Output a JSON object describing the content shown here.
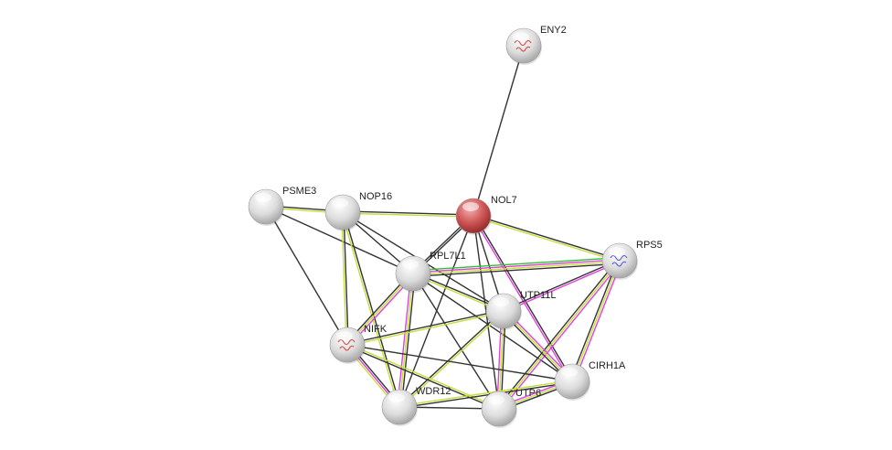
{
  "network": {
    "query_node": "NOL7",
    "colors": {
      "coexpression": "#333333",
      "textmining": "#c6de3a",
      "experiments": "#e040e0",
      "database": "#2fc02f",
      "query_node": "#d04848",
      "node": "#e8e8e8"
    },
    "nodes": [
      {
        "id": "ENY2",
        "label": "ENY2",
        "structure": "red"
      },
      {
        "id": "NOL7",
        "label": "NOL7",
        "query": true
      },
      {
        "id": "PSME3",
        "label": "PSME3"
      },
      {
        "id": "NOP16",
        "label": "NOP16"
      },
      {
        "id": "RPL7L1",
        "label": "RPL7L1"
      },
      {
        "id": "RPS5",
        "label": "RPS5",
        "structure": "blue"
      },
      {
        "id": "UTP11L",
        "label": "UTP11L"
      },
      {
        "id": "NIFK",
        "label": "NIFK",
        "structure": "red"
      },
      {
        "id": "CIRH1A",
        "label": "CIRH1A"
      },
      {
        "id": "WDR12",
        "label": "WDR12"
      },
      {
        "id": "UTP6",
        "label": "UTP6"
      }
    ],
    "edges": [
      {
        "a": "ENY2",
        "b": "NOL7",
        "ch": [
          "coexpression"
        ]
      },
      {
        "a": "PSME3",
        "b": "NOP16",
        "ch": [
          "coexpression",
          "textmining"
        ]
      },
      {
        "a": "NOP16",
        "b": "NOL7",
        "ch": [
          "coexpression",
          "textmining"
        ]
      },
      {
        "a": "PSME3",
        "b": "RPL7L1",
        "ch": [
          "coexpression"
        ]
      },
      {
        "a": "PSME3",
        "b": "NIFK",
        "ch": [
          "coexpression"
        ]
      },
      {
        "a": "NOP16",
        "b": "NIFK",
        "ch": [
          "coexpression",
          "textmining"
        ]
      },
      {
        "a": "NOP16",
        "b": "WDR12",
        "ch": [
          "coexpression",
          "textmining"
        ]
      },
      {
        "a": "NOP16",
        "b": "RPL7L1",
        "ch": [
          "coexpression"
        ]
      },
      {
        "a": "NOP16",
        "b": "UTP11L",
        "ch": [
          "coexpression"
        ]
      },
      {
        "a": "NOL7",
        "b": "RPL7L1",
        "ch": [
          "coexpression",
          "coexpression"
        ]
      },
      {
        "a": "NOL7",
        "b": "RPS5",
        "ch": [
          "coexpression",
          "textmining"
        ]
      },
      {
        "a": "NOL7",
        "b": "UTP11L",
        "ch": [
          "coexpression"
        ]
      },
      {
        "a": "NOL7",
        "b": "UTP6",
        "ch": [
          "coexpression"
        ]
      },
      {
        "a": "NOL7",
        "b": "CIRH1A",
        "ch": [
          "coexpression",
          "experiments"
        ]
      },
      {
        "a": "NOL7",
        "b": "WDR12",
        "ch": [
          "coexpression"
        ]
      },
      {
        "a": "RPL7L1",
        "b": "RPS5",
        "ch": [
          "database",
          "experiments",
          "textmining",
          "coexpression"
        ]
      },
      {
        "a": "RPL7L1",
        "b": "UTP11L",
        "ch": [
          "coexpression",
          "textmining"
        ]
      },
      {
        "a": "RPL7L1",
        "b": "NIFK",
        "ch": [
          "experiments",
          "textmining",
          "coexpression"
        ]
      },
      {
        "a": "RPL7L1",
        "b": "WDR12",
        "ch": [
          "coexpression",
          "textmining",
          "experiments"
        ]
      },
      {
        "a": "RPL7L1",
        "b": "UTP6",
        "ch": [
          "coexpression"
        ]
      },
      {
        "a": "RPL7L1",
        "b": "CIRH1A",
        "ch": [
          "coexpression"
        ]
      },
      {
        "a": "RPS5",
        "b": "UTP11L",
        "ch": [
          "experiments",
          "coexpression"
        ]
      },
      {
        "a": "RPS5",
        "b": "UTP6",
        "ch": [
          "experiments",
          "textmining",
          "coexpression"
        ]
      },
      {
        "a": "RPS5",
        "b": "CIRH1A",
        "ch": [
          "experiments",
          "textmining",
          "coexpression"
        ]
      },
      {
        "a": "UTP11L",
        "b": "NIFK",
        "ch": [
          "textmining",
          "coexpression"
        ]
      },
      {
        "a": "UTP11L",
        "b": "WDR12",
        "ch": [
          "textmining",
          "coexpression"
        ]
      },
      {
        "a": "UTP11L",
        "b": "UTP6",
        "ch": [
          "coexpression",
          "textmining",
          "experiments"
        ]
      },
      {
        "a": "UTP11L",
        "b": "CIRH1A",
        "ch": [
          "experiments",
          "textmining",
          "coexpression"
        ]
      },
      {
        "a": "NIFK",
        "b": "WDR12",
        "ch": [
          "coexpression",
          "experiments",
          "textmining"
        ]
      },
      {
        "a": "NIFK",
        "b": "UTP6",
        "ch": [
          "textmining",
          "coexpression"
        ]
      },
      {
        "a": "NIFK",
        "b": "CIRH1A",
        "ch": [
          "coexpression"
        ]
      },
      {
        "a": "WDR12",
        "b": "UTP6",
        "ch": [
          "coexpression"
        ]
      },
      {
        "a": "WDR12",
        "b": "CIRH1A",
        "ch": [
          "textmining",
          "coexpression"
        ]
      },
      {
        "a": "UTP6",
        "b": "CIRH1A",
        "ch": [
          "experiments",
          "textmining",
          "coexpression"
        ]
      }
    ]
  }
}
